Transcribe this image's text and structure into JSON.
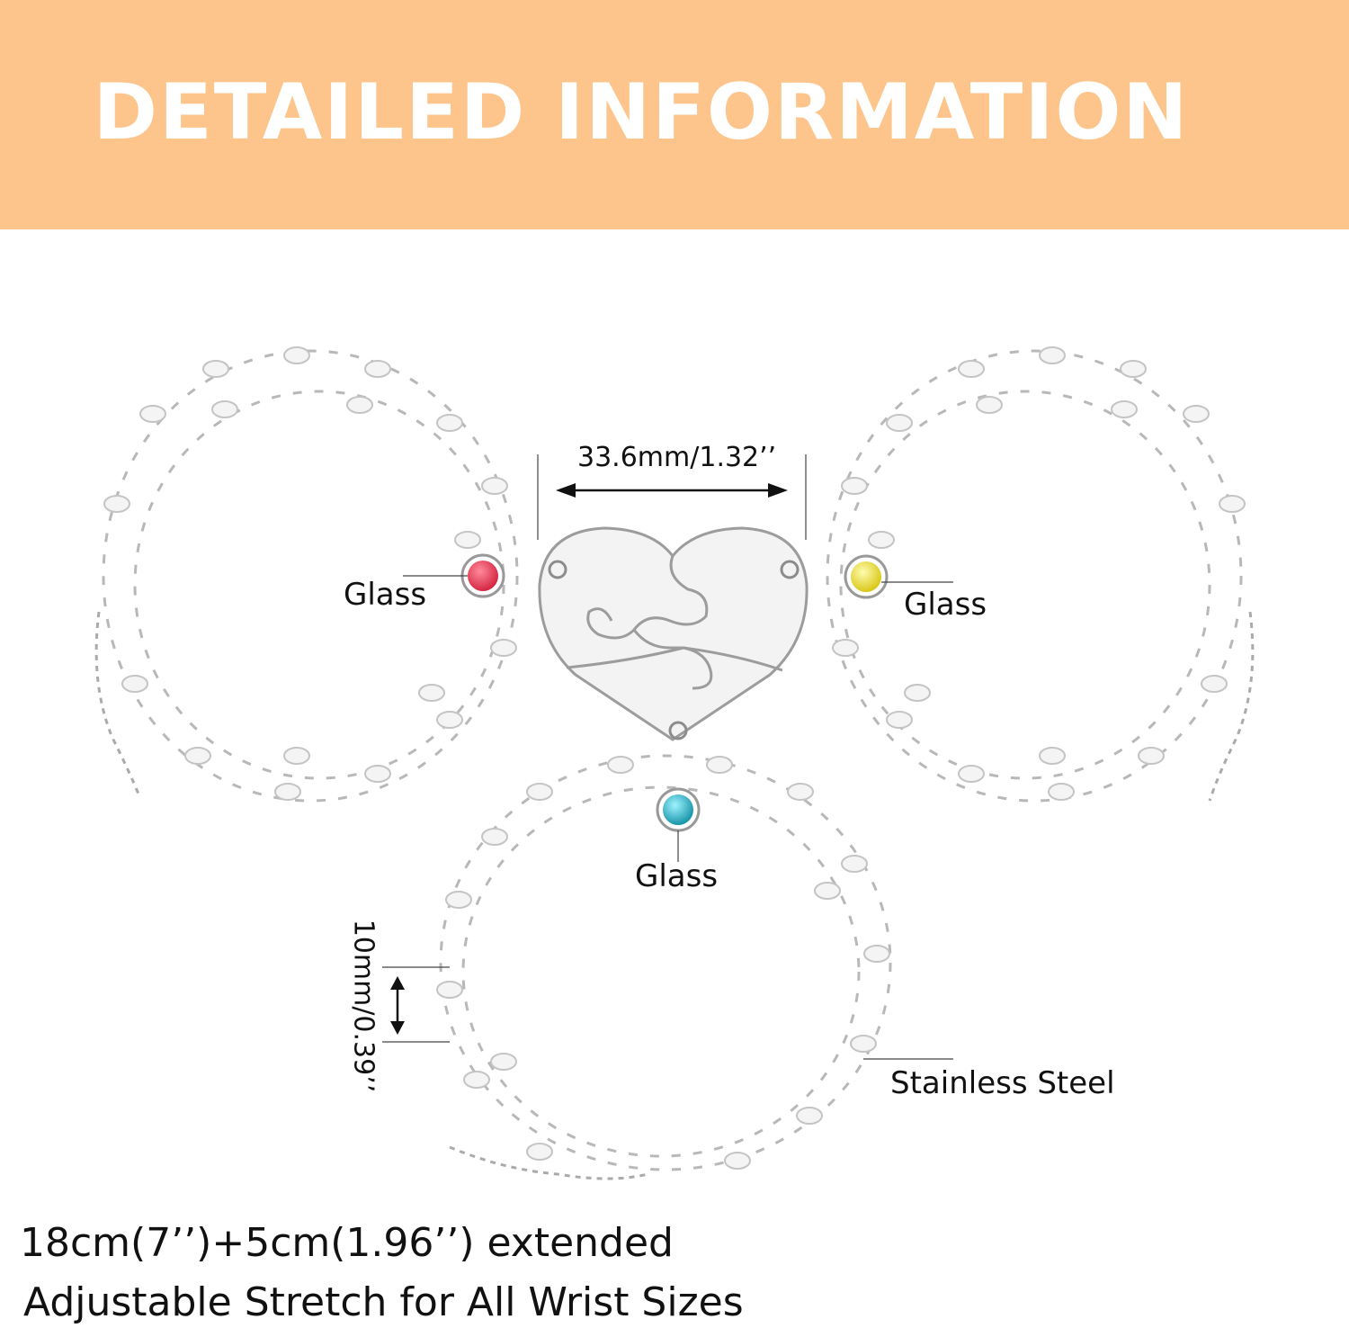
{
  "banner": {
    "title": "DETAILED INFORMATION",
    "background": "#FDC48B"
  },
  "pendant_width": "33.6mm/1.32’’",
  "chain_width": "10mm/0.39’’",
  "materials": {
    "stone_left": "Glass",
    "stone_right": "Glass",
    "stone_bottom": "Glass",
    "chain": "Stainless Steel"
  },
  "stone_colors": {
    "left": "#E8344E",
    "right": "#F2E21E",
    "bottom": "#1FB5C9"
  },
  "footer": {
    "length": "18cm(7’’)+5cm(1.96’’) extended",
    "adjustable": "Adjustable Stretch for All Wrist Sizes"
  }
}
